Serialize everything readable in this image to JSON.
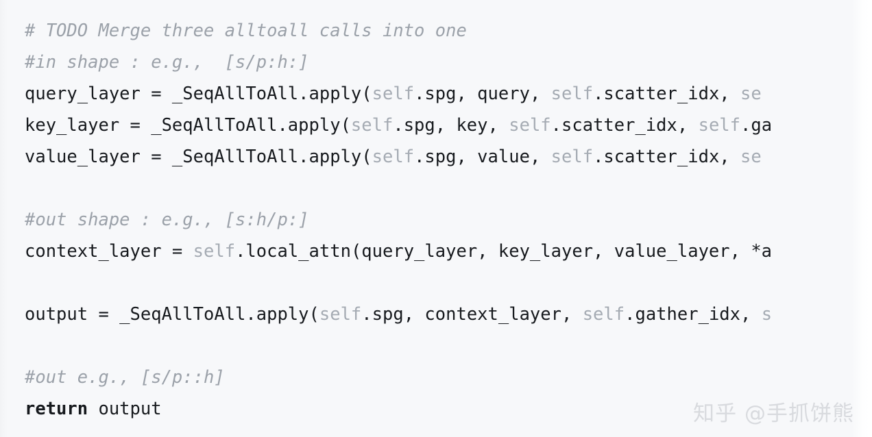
{
  "editor": {
    "language": "python",
    "background_color": "#f7f8fa",
    "text_color": "#16191d",
    "comment_color": "#9ba1a9",
    "self_color": "#a5abb3",
    "lines": [
      {
        "id": "line-1",
        "kind": "comment",
        "text": "# TODO Merge three alltoall calls into one"
      },
      {
        "id": "line-2",
        "kind": "comment",
        "text": "#in shape : e.g.,  [s/p:h:]"
      },
      {
        "id": "line-3",
        "kind": "code",
        "spans": [
          {
            "style": "plain",
            "text": "query_layer = _SeqAllToAll.apply("
          },
          {
            "style": "self",
            "text": "self"
          },
          {
            "style": "plain",
            "text": ".spg, query, "
          },
          {
            "style": "self",
            "text": "self"
          },
          {
            "style": "plain",
            "text": ".scatter_idx, "
          },
          {
            "style": "self",
            "text": "se"
          }
        ]
      },
      {
        "id": "line-4",
        "kind": "code",
        "spans": [
          {
            "style": "plain",
            "text": "key_layer = _SeqAllToAll.apply("
          },
          {
            "style": "self",
            "text": "self"
          },
          {
            "style": "plain",
            "text": ".spg, key, "
          },
          {
            "style": "self",
            "text": "self"
          },
          {
            "style": "plain",
            "text": ".scatter_idx, "
          },
          {
            "style": "self",
            "text": "self"
          },
          {
            "style": "plain",
            "text": ".ga"
          }
        ]
      },
      {
        "id": "line-5",
        "kind": "code",
        "spans": [
          {
            "style": "plain",
            "text": "value_layer = _SeqAllToAll.apply("
          },
          {
            "style": "self",
            "text": "self"
          },
          {
            "style": "plain",
            "text": ".spg, value, "
          },
          {
            "style": "self",
            "text": "self"
          },
          {
            "style": "plain",
            "text": ".scatter_idx, "
          },
          {
            "style": "self",
            "text": "se"
          }
        ]
      },
      {
        "id": "line-6",
        "kind": "blank",
        "text": ""
      },
      {
        "id": "line-7",
        "kind": "comment",
        "text": "#out shape : e.g., [s:h/p:]"
      },
      {
        "id": "line-8",
        "kind": "code",
        "spans": [
          {
            "style": "plain",
            "text": "context_layer = "
          },
          {
            "style": "self",
            "text": "self"
          },
          {
            "style": "plain",
            "text": ".local_attn(query_layer, key_layer, value_layer, *a"
          }
        ]
      },
      {
        "id": "line-9",
        "kind": "blank",
        "text": ""
      },
      {
        "id": "line-10",
        "kind": "code",
        "spans": [
          {
            "style": "plain",
            "text": "output = _SeqAllToAll.apply("
          },
          {
            "style": "self",
            "text": "self"
          },
          {
            "style": "plain",
            "text": ".spg, context_layer, "
          },
          {
            "style": "self",
            "text": "self"
          },
          {
            "style": "plain",
            "text": ".gather_idx, "
          },
          {
            "style": "self",
            "text": "s"
          }
        ]
      },
      {
        "id": "line-11",
        "kind": "blank",
        "text": ""
      },
      {
        "id": "line-12",
        "kind": "comment",
        "text": "#out e.g., [s/p::h]"
      },
      {
        "id": "line-13",
        "kind": "code",
        "spans": [
          {
            "style": "keyword",
            "text": "return"
          },
          {
            "style": "plain",
            "text": " output"
          }
        ]
      }
    ]
  },
  "watermark": {
    "text": "知乎 @手抓饼熊",
    "color": "#d8dade"
  }
}
